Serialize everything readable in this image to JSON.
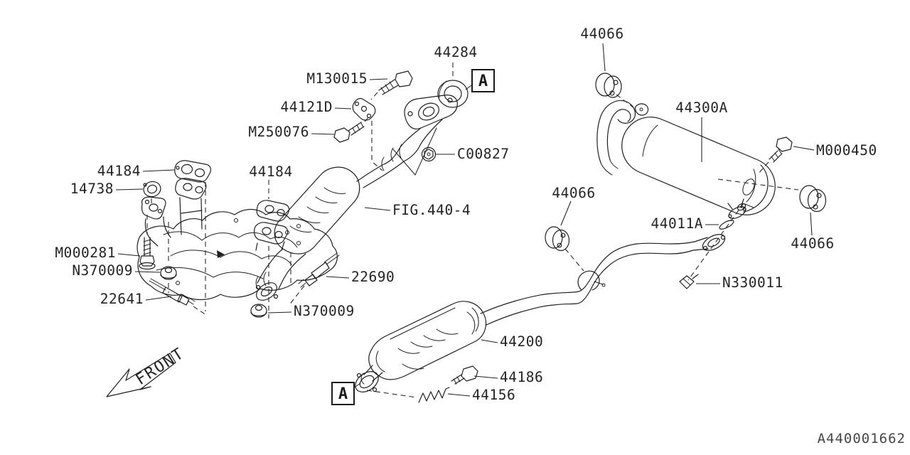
{
  "doc_code": "A440001662",
  "orientation_label": "FRONT",
  "labels": {
    "l44066_top": "44066",
    "l44284": "44284",
    "m130015": "M130015",
    "l44121d": "44121D",
    "m250076": "M250076",
    "c00827": "C00827",
    "l44300a": "44300A",
    "m000450": "M000450",
    "l44184_left": "44184",
    "l14738": "14738",
    "l44184_right": "44184",
    "fig_ref": "FIG.440-4",
    "l44066_mid": "44066",
    "l44011a": "44011A",
    "l44066_right": "44066",
    "m000281": "M000281",
    "n370009_left": "N370009",
    "l22690": "22690",
    "l22641": "22641",
    "n370009_right": "N370009",
    "n330011": "N330011",
    "l44200": "44200",
    "l44186": "44186",
    "l44156": "44156",
    "marker_a": "A",
    "front": "FRONT",
    "doc_code": "A440001662"
  }
}
